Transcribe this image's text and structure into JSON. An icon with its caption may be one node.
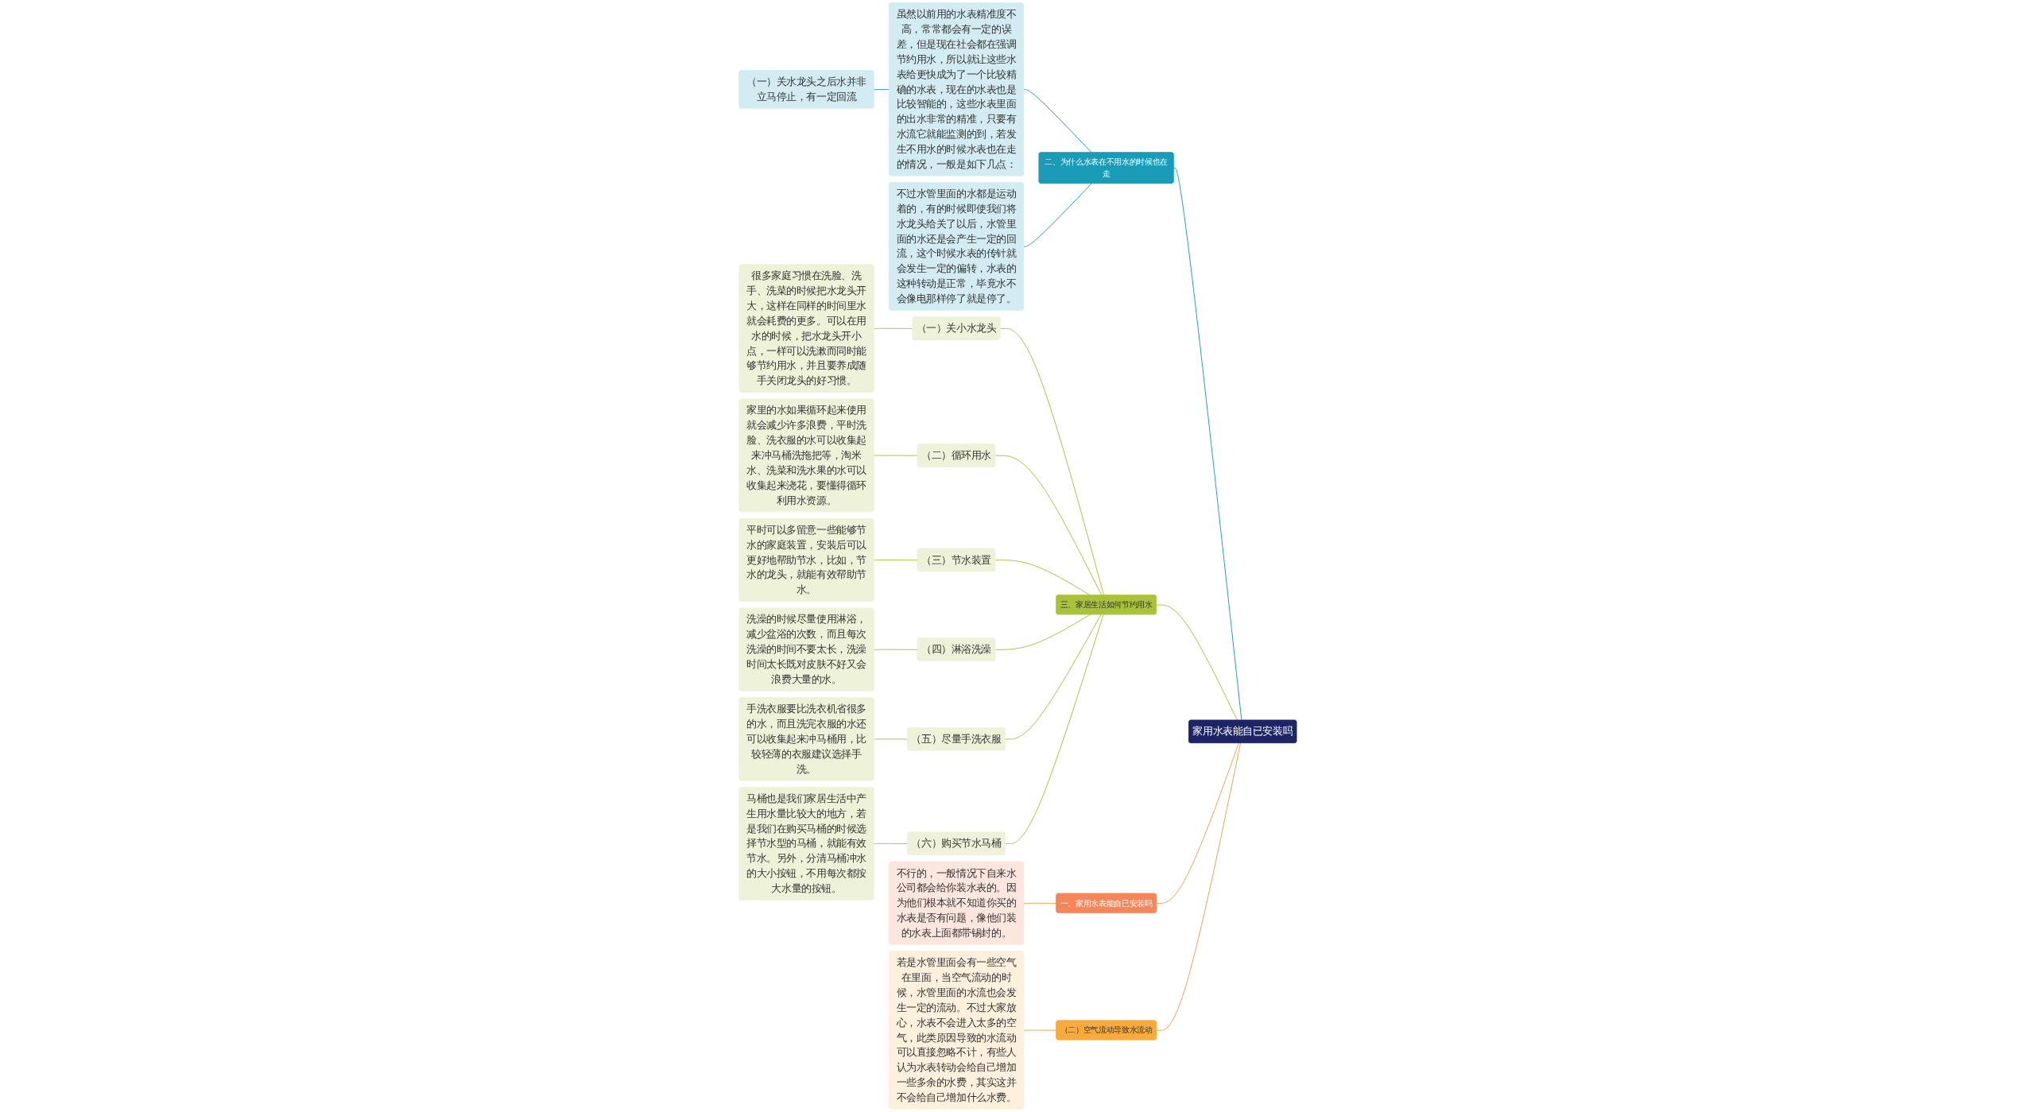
{
  "diagram": {
    "nodes": [
      {
        "text": [
          "家用水表能自已安装吗"
        ]
      },
      {
        "text": [
          "二、为什么水表在不用水的时候也在走"
        ]
      },
      {
        "text": [
          "虽然以前用的水表精准度不高，常常都会有一定的误差，但是现在社会都在强调节约用水，所以就让这些水表给更快成为了一个比较精确的水表，现在的水表也是比较智能的，这些水表里面的出水非常的精准，只要有水流它就能监测的到，若发生不用水的时候水表也在走的情况，一般是如下几点："
        ]
      },
      {
        "text": [
          "（一）关水龙头之后水并非立马停止，有一定回流"
        ]
      },
      {
        "text": [
          "不过水管里面的水都是运动着的，有的时候即使我们将水龙头给关了以后，水管里面的水还是会产生一定的回流，这个时候水表的传针就会发生一定的偏转，水表的这种转动是正常，毕竟水不会像电那样停了就是停了。"
        ]
      },
      {
        "text": [
          "三、家居生活如何节约用水"
        ]
      },
      {
        "text": [
          "（一）关小水龙头"
        ]
      },
      {
        "text": [
          "很多家庭习惯在洗脸、洗手、洗菜的时候把水龙头开大，这样在同样的时间里水就会耗费的更多。可以在用水的时候，把水龙头开小点，一样可以洗漱而同时能够节约用水，并且要养成随手关闭龙头的好习惯。"
        ]
      },
      {
        "text": [
          "（二）循环用水"
        ]
      },
      {
        "text": [
          "家里的水如果循环起来使用就会减少许多浪费，平时洗脸、洗衣服的水可以收集起来冲马桶洗拖把等，淘米水、洗菜和洗水果的水可以收集起来浇花，要懂得循环利用水资源。"
        ]
      },
      {
        "text": [
          "（三）节水装置"
        ]
      },
      {
        "text": [
          "平时可以多留意一些能够节水的家庭装置，安装后可以更好地帮助节水，比如，节水的龙头，就能有效帮助节水。"
        ]
      },
      {
        "text": [
          "（四）淋浴洗澡"
        ]
      },
      {
        "text": [
          "洗澡的时候尽量使用淋浴，减少盆浴的次数，而且每次洗澡的时间不要太长，洗澡时间太长既对皮肤不好又会浪费大量的水。"
        ]
      },
      {
        "text": [
          "（五）尽量手洗衣服"
        ]
      },
      {
        "text": [
          "手洗衣服要比洗衣机省很多的水，而且洗完衣服的水还可以收集起来冲马桶用，比较轻薄的衣服建议选择手洗。"
        ]
      },
      {
        "text": [
          "（六）购买节水马桶"
        ]
      },
      {
        "text": [
          "马桶也是我们家居生活中产生用水量比较大的地方，若是我们在购买马桶的时候选择节水型的马桶，就能有效节水。另外，分清马桶冲水的大小按钮，不用每次都按大水量的按钮。"
        ]
      },
      {
        "text": [
          "一、家用水表能自已安装吗"
        ]
      },
      {
        "text": [
          "不行的，一般情况下自来水公司都会给你装水表的。因为他们根本就不知道你买的水表是否有问题，像他们装的水表上面都带锡封的。"
        ]
      },
      {
        "text": [
          "（二）空气流动导致水流动"
        ]
      },
      {
        "text": [
          "若是水管里面会有一些空气在里面，当空气流动的时候，水管里面的水流也会发生一定的流动。不过大家放心，水表不会进入太多的空气，此类原因导致的水流动可以直接忽略不计，有些人认为水表转动会给自己增加一些多余的水费，其实这并不会给自己增加什么水费。"
        ]
      }
    ],
    "edges": [
      {
        "from": 0,
        "to": 1,
        "arrow": "none",
        "color": "#1f9bb6"
      },
      {
        "from": 1,
        "to": 2,
        "arrow": "none",
        "color": "#1f9bb6"
      },
      {
        "from": 2,
        "to": 3,
        "arrow": "none",
        "color": "#1f9bb6"
      },
      {
        "from": 1,
        "to": 4,
        "arrow": "none",
        "color": "#1f9bb6"
      },
      {
        "from": 0,
        "to": 5,
        "arrow": "none"
      },
      {
        "from": 5,
        "to": 6,
        "arrow": "none"
      },
      {
        "from": 6,
        "to": 7,
        "arrow": "none"
      },
      {
        "from": 5,
        "to": 8,
        "arrow": "none"
      },
      {
        "from": 8,
        "to": 9,
        "arrow": "none"
      },
      {
        "from": 5,
        "to": 10,
        "arrow": "none"
      },
      {
        "from": 10,
        "to": 11,
        "arrow": "none"
      },
      {
        "from": 5,
        "to": 12,
        "arrow": "none"
      },
      {
        "from": 12,
        "to": 13,
        "arrow": "none"
      },
      {
        "from": 5,
        "to": 14,
        "arrow": "none"
      },
      {
        "from": 14,
        "to": 15,
        "arrow": "none"
      },
      {
        "from": 5,
        "to": 16,
        "arrow": "none"
      },
      {
        "from": 16,
        "to": 17,
        "arrow": "none"
      },
      {
        "from": 0,
        "to": 18,
        "arrow": "none",
        "color": "#f0a050"
      },
      {
        "from": 18,
        "to": 19,
        "arrow": "none",
        "color": "#f0a050"
      },
      {
        "from": 0,
        "to": 20,
        "arrow": "none",
        "color": "#f0a050"
      },
      {
        "from": 20,
        "to": 21,
        "arrow": "none",
        "color": "#f0a050"
      }
    ]
  }
}
